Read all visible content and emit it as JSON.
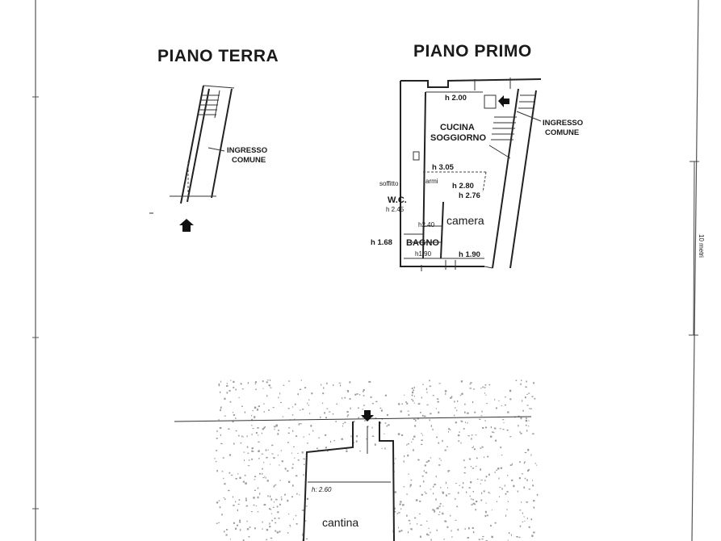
{
  "titles": {
    "ground_floor": "PIANO TERRA",
    "first_floor": "PIANO PRIMO"
  },
  "ground_floor": {
    "ingresso_line1": "INGRESSO",
    "ingresso_line2": "COMUNE"
  },
  "first_floor": {
    "h_top": "h 2.00",
    "cucina_line1": "CUCINA",
    "cucina_line2": "SOGGIORNO",
    "h_305": "h 3.05",
    "soffitto": "soffitto",
    "armadio": "armi",
    "h_280": "h 2.80",
    "h_276": "h 2.76",
    "wc": "W.C.",
    "h_245": "h 2.45",
    "h_240": "h2.40",
    "camera": "camera",
    "h_168": "h 1.68",
    "bagno": "BAGNO",
    "h_bagno_190": "h1.90",
    "h_camera_190": "h 1.90",
    "ingresso_line1": "INGRESSO",
    "ingresso_line2": "COMUNE"
  },
  "scale": {
    "label": "10 metri"
  },
  "basement": {
    "height_note": "h: 2.60",
    "cantina": "cantina"
  }
}
